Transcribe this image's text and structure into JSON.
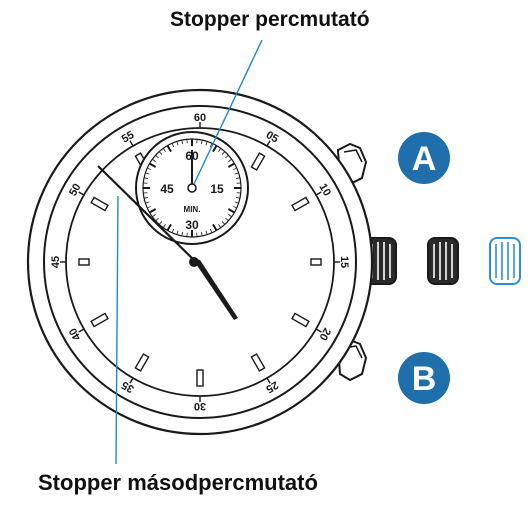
{
  "labels": {
    "top": "Stopper percmutató",
    "bottom": "Stopper másodpercmutató"
  },
  "buttons": {
    "a": "A",
    "b": "B"
  },
  "bezel_numbers": [
    "60",
    "05",
    "10",
    "15",
    "20",
    "25",
    "30",
    "35",
    "40",
    "45",
    "50",
    "55"
  ],
  "subdial": {
    "numbers": [
      "60",
      "15",
      "30",
      "45"
    ],
    "unit": "MIN."
  },
  "colors": {
    "ink": "#1a1a1a",
    "pointer_line": "#1d8cc4",
    "badge_fill": "#1f6fad",
    "badge_text": "#ffffff",
    "crown_blue": "#2f8fd0"
  }
}
